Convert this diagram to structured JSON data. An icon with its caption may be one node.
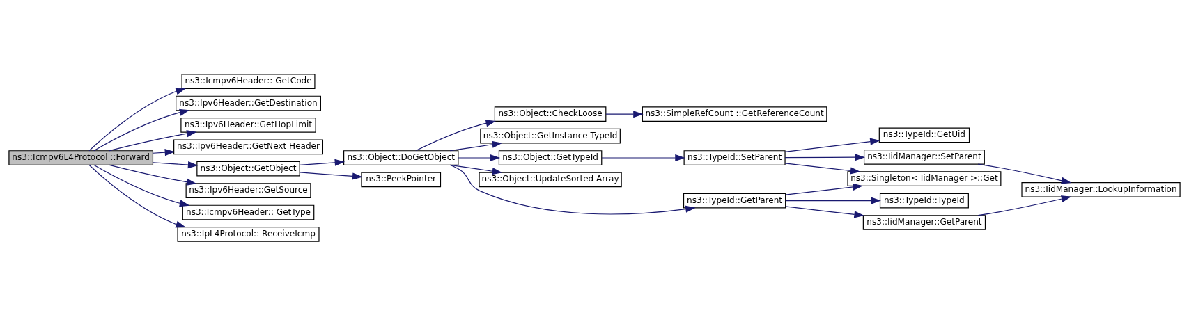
{
  "diagram": {
    "nodes": [
      {
        "text": [
          "ns3::Icmpv6L4Protocol ::Forward"
        ]
      },
      {
        "text": [
          "ns3::Icmpv6Header:: GetCode"
        ]
      },
      {
        "text": [
          "ns3::Ipv6Header::GetDestination"
        ]
      },
      {
        "text": [
          "ns3::Ipv6Header::GetHopLimit"
        ]
      },
      {
        "text": [
          "ns3::Ipv6Header::GetNext Header"
        ]
      },
      {
        "text": [
          "ns3::Object::GetObject"
        ]
      },
      {
        "text": [
          "ns3::Ipv6Header::GetSource"
        ]
      },
      {
        "text": [
          "ns3::Icmpv6Header:: GetType"
        ]
      },
      {
        "text": [
          "ns3::IpL4Protocol:: ReceiveIcmp"
        ]
      },
      {
        "text": [
          "ns3::Object::DoGetObject"
        ]
      },
      {
        "text": [
          "ns3::PeekPointer"
        ]
      },
      {
        "text": [
          "ns3::Object::CheckLoose"
        ]
      },
      {
        "text": [
          "ns3::Object::GetInstance TypeId"
        ]
      },
      {
        "text": [
          "ns3::Object::GetTypeId"
        ]
      },
      {
        "text": [
          "ns3::Object::UpdateSorted Array"
        ]
      },
      {
        "text": [
          "ns3::SimpleRefCount ::GetReferenceCount"
        ]
      },
      {
        "text": [
          "ns3::TypeId::GetParent"
        ]
      },
      {
        "text": [
          "ns3::TypeId::SetParent"
        ]
      },
      {
        "text": [
          "ns3::TypeId::TypeId"
        ]
      },
      {
        "text": [
          "ns3::IidManager::GetParent"
        ]
      },
      {
        "text": [
          "ns3::Singleton< IidManager >::Get"
        ]
      },
      {
        "text": [
          "ns3::TypeId::GetUid"
        ]
      },
      {
        "text": [
          "ns3::IidManager::SetParent"
        ]
      },
      {
        "text": [
          "ns3::IidManager::LookupInformation"
        ]
      }
    ],
    "edges": [
      {
        "from": 0,
        "to": 1,
        "arrow": "to"
      },
      {
        "from": 0,
        "to": 2,
        "arrow": "to"
      },
      {
        "from": 0,
        "to": 3,
        "arrow": "to"
      },
      {
        "from": 0,
        "to": 4,
        "arrow": "to"
      },
      {
        "from": 0,
        "to": 5,
        "arrow": "to"
      },
      {
        "from": 0,
        "to": 6,
        "arrow": "to"
      },
      {
        "from": 0,
        "to": 7,
        "arrow": "to"
      },
      {
        "from": 0,
        "to": 8,
        "arrow": "to"
      },
      {
        "from": 5,
        "to": 9,
        "arrow": "to"
      },
      {
        "from": 5,
        "to": 10,
        "arrow": "to"
      },
      {
        "from": 9,
        "to": 11,
        "arrow": "to"
      },
      {
        "from": 9,
        "to": 12,
        "arrow": "to"
      },
      {
        "from": 9,
        "to": 16,
        "arrow": "to"
      },
      {
        "from": 9,
        "to": 13,
        "arrow": "to"
      },
      {
        "from": 9,
        "to": 14,
        "arrow": "to"
      },
      {
        "from": 11,
        "to": 15,
        "arrow": "to"
      },
      {
        "from": 16,
        "to": 18,
        "arrow": "to"
      },
      {
        "from": 16,
        "to": 19,
        "arrow": "to"
      },
      {
        "from": 16,
        "to": 20,
        "arrow": "to"
      },
      {
        "from": 13,
        "to": 17,
        "arrow": "to"
      },
      {
        "from": 17,
        "to": 20,
        "arrow": "to"
      },
      {
        "from": 17,
        "to": 21,
        "arrow": "to"
      },
      {
        "from": 17,
        "to": 22,
        "arrow": "to"
      },
      {
        "from": 19,
        "to": 23,
        "arrow": "to"
      },
      {
        "from": 22,
        "to": 23,
        "arrow": "to"
      }
    ]
  }
}
